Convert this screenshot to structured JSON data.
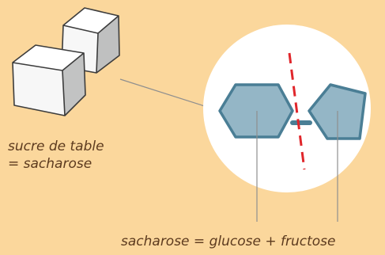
{
  "captions": {
    "table_sugar_line1": "sucre de table",
    "table_sugar_line2": "= sacharose",
    "equation": "sacharose = glucose + fructose"
  },
  "colors": {
    "background": "#fbd79c",
    "text": "#5c3a1e",
    "molecule_fill": "#94b6c6",
    "molecule_stroke": "#4a7e95",
    "bond_cut": "#e0262b",
    "circle_fill": "#ffffff",
    "leader_line": "#8f8f8f",
    "cube_stroke": "#3c3c3c"
  }
}
